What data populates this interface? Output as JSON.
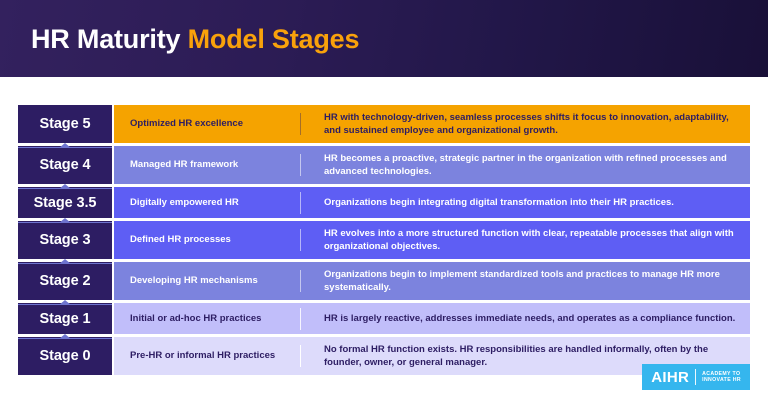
{
  "header": {
    "title_primary": "HR Maturity",
    "title_accent": "Model Stages",
    "gradient_from": "#33215E",
    "gradient_to": "#191038",
    "accent_color": "#F9A20B"
  },
  "stages": [
    {
      "label": "Stage 5",
      "name": "Optimized HR excellence",
      "description": "HR with technology-driven, seamless processes shifts it focus to innovation, adaptability, and sustained employee and organizational growth.",
      "band_color": "#F5A300"
    },
    {
      "label": "Stage 4",
      "name": "Managed HR framework",
      "description": "HR becomes a proactive, strategic partner in the organization with refined processes and advanced technologies.",
      "band_color": "#7C83DE"
    },
    {
      "label": "Stage 3.5",
      "name": "Digitally empowered HR",
      "description": "Organizations begin integrating digital transformation into their HR practices.",
      "band_color": "#5E5EF4"
    },
    {
      "label": "Stage 3",
      "name": "Defined HR processes",
      "description": "HR evolves into a more structured function with clear, repeatable processes that align with organizational objectives.",
      "band_color": "#5E5EF4"
    },
    {
      "label": "Stage 2",
      "name": "Developing HR mechanisms",
      "description": "Organizations begin to implement standardized tools and practices to manage HR more systematically.",
      "band_color": "#7C83DE"
    },
    {
      "label": "Stage 1",
      "name": "Initial or ad-hoc HR practices",
      "description": "HR is largely reactive, addresses immediate needs, and operates as a compliance function.",
      "band_color": "#C1BEFA"
    },
    {
      "label": "Stage 0",
      "name": "Pre-HR or informal HR practices",
      "description": "No formal HR function exists. HR responsibilities are handled informally, often by the founder, owner, or general manager.",
      "band_color": "#DDDBFB"
    }
  ],
  "logo": {
    "mark": "AIHR",
    "tagline_line1": "Academy to",
    "tagline_line2": "Innovate HR",
    "background": "#35B6EE"
  }
}
